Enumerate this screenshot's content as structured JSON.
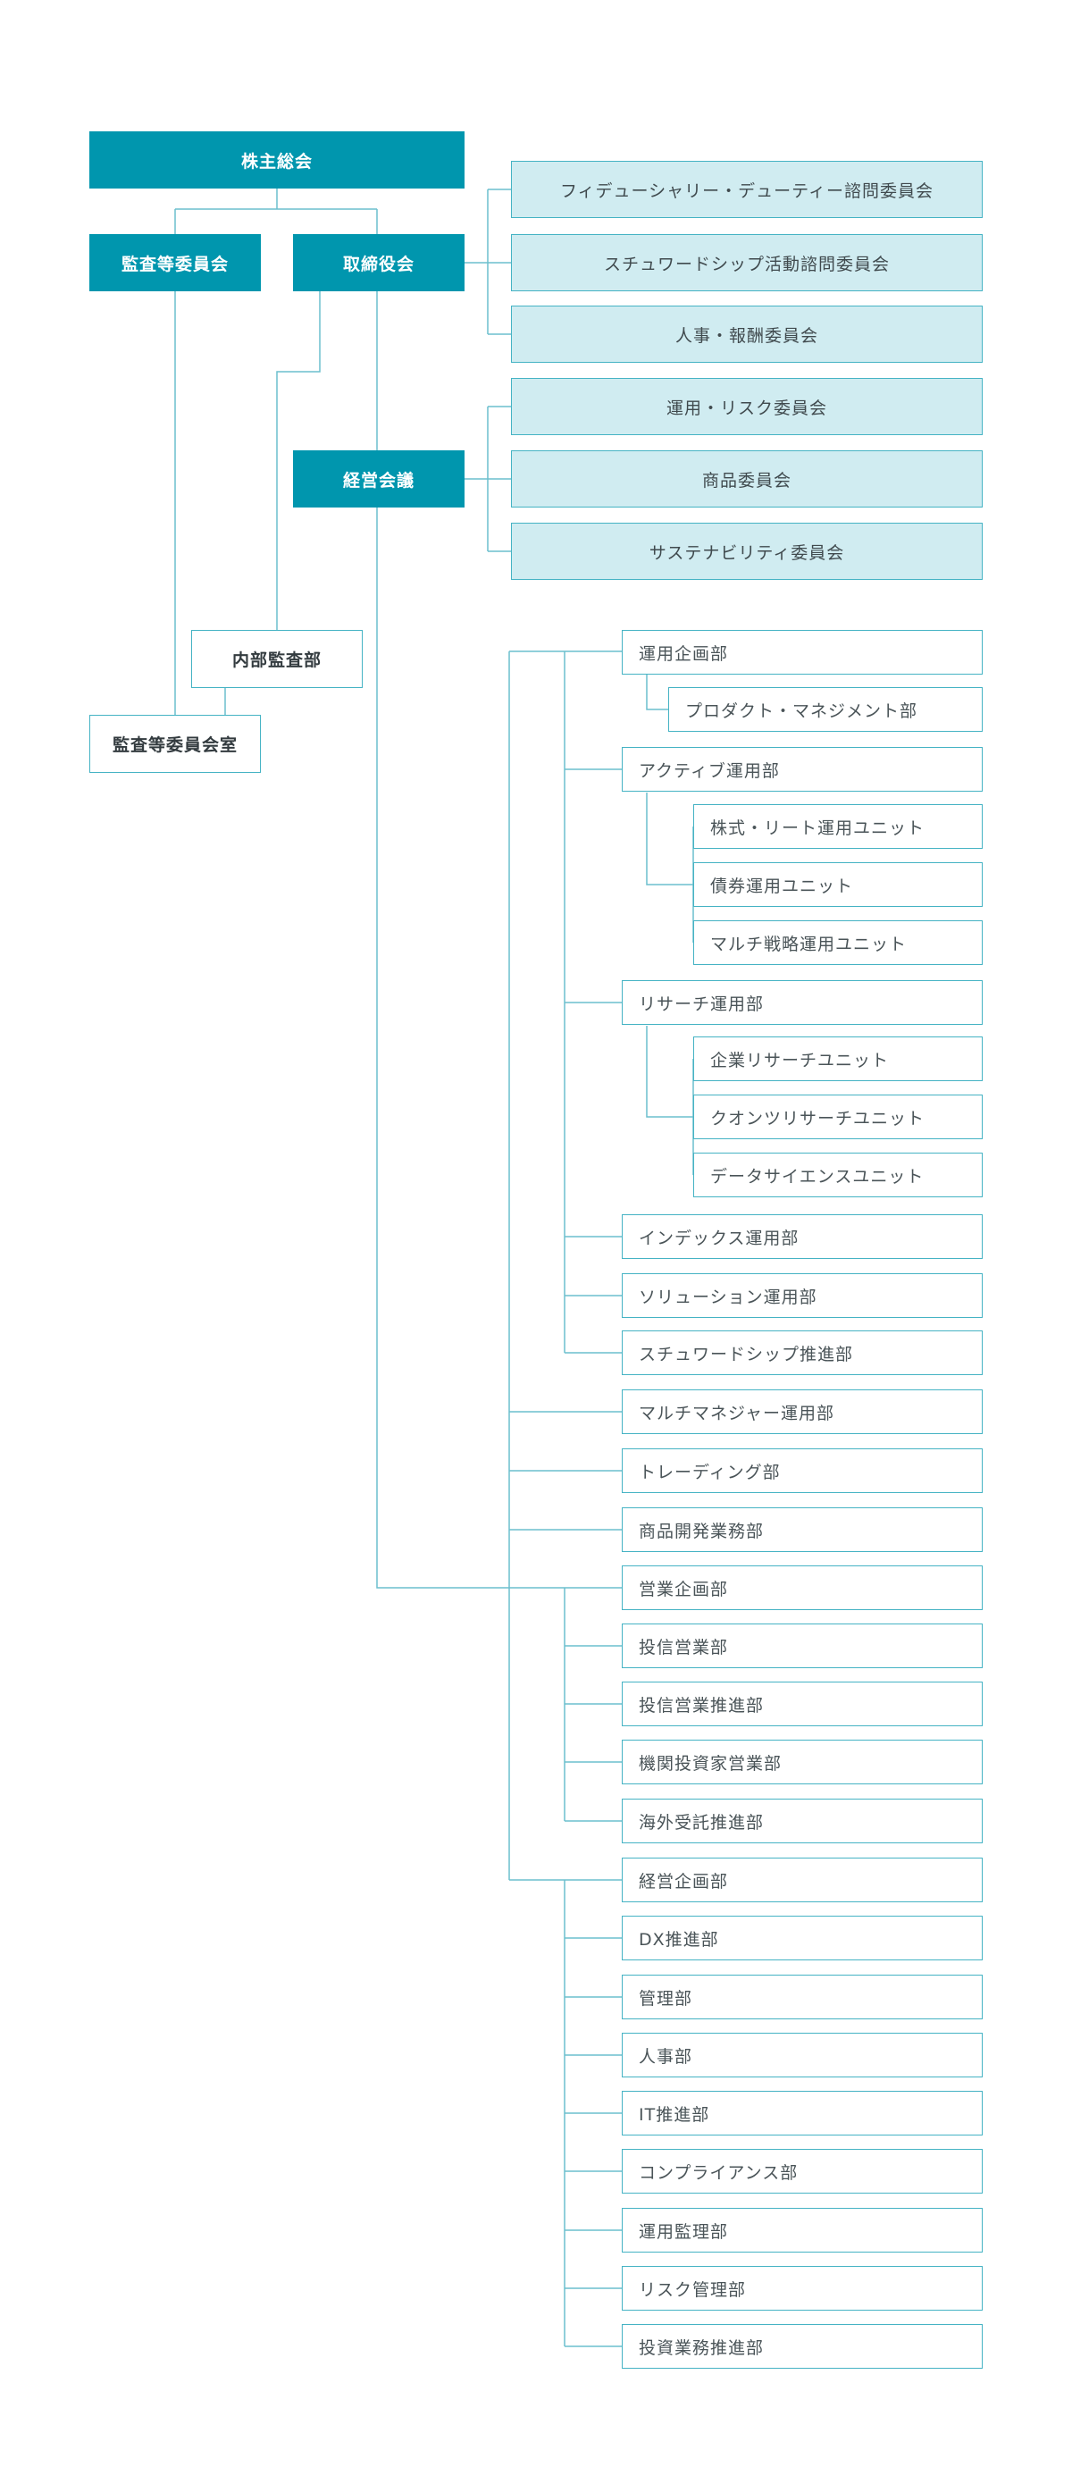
{
  "colors": {
    "primary": "#0096ae",
    "committee_fill": "#d0ecf1",
    "border": "#45b3c4",
    "line": "#6cbfcd"
  },
  "top": {
    "shareholders_meeting": "株主総会",
    "audit_committee": "監査等委員会",
    "board": "取締役会",
    "management_meeting": "経営会議",
    "internal_audit": "内部監査部",
    "audit_committee_office": "監査等委員会室"
  },
  "board_committees": [
    "フィデューシャリー・デューティー諮問委員会",
    "スチュワードシップ活動諮問委員会",
    "人事・報酬委員会"
  ],
  "management_committees": [
    "運用・リスク委員会",
    "商品委員会",
    "サステナビリティ委員会"
  ],
  "investment_group": {
    "planning": "運用企画部",
    "planning_units": [
      "プロダクト・マネジメント部"
    ],
    "active": "アクティブ運用部",
    "active_units": [
      "株式・リート運用ユニット",
      "債券運用ユニット",
      "マルチ戦略運用ユニット"
    ],
    "research": "リサーチ運用部",
    "research_units": [
      "企業リサーチユニット",
      "クオンツリサーチユニット",
      "データサイエンスユニット"
    ],
    "index": "インデックス運用部",
    "solution": "ソリューション運用部",
    "stewardship": "スチュワードシップ推進部"
  },
  "standalone_departments": [
    "マルチマネジャー運用部",
    "トレーディング部",
    "商品開発業務部"
  ],
  "sales_group": [
    "営業企画部",
    "投信営業部",
    "投信営業推進部",
    "機関投資家営業部",
    "海外受託推進部"
  ],
  "corporate_group": [
    "経営企画部",
    "DX推進部",
    "管理部",
    "人事部",
    "IT推進部",
    "コンプライアンス部",
    "運用監理部",
    "リスク管理部",
    "投資業務推進部"
  ]
}
